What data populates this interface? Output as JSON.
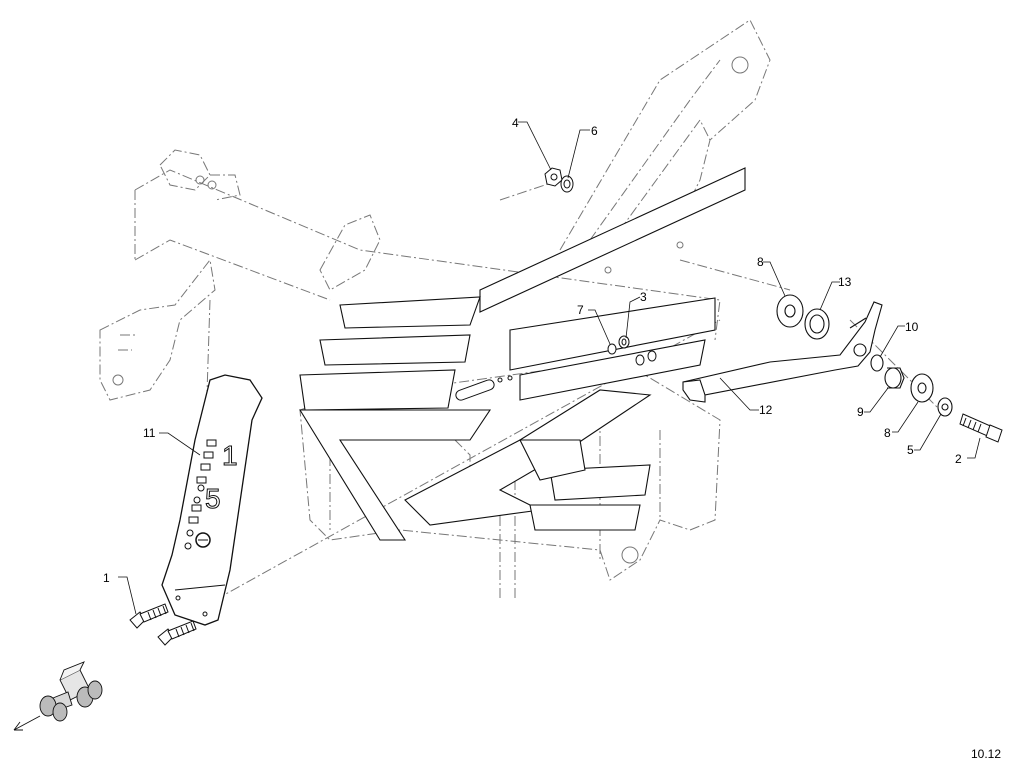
{
  "diagram": {
    "callouts": [
      {
        "id": "c1",
        "label": "1"
      },
      {
        "id": "c2",
        "label": "2"
      },
      {
        "id": "c3",
        "label": "3"
      },
      {
        "id": "c4",
        "label": "4"
      },
      {
        "id": "c5",
        "label": "5"
      },
      {
        "id": "c6",
        "label": "6"
      },
      {
        "id": "c7",
        "label": "7"
      },
      {
        "id": "c8a",
        "label": "8"
      },
      {
        "id": "c8b",
        "label": "8"
      },
      {
        "id": "c9",
        "label": "9"
      },
      {
        "id": "c10",
        "label": "10"
      },
      {
        "id": "c11",
        "label": "11"
      },
      {
        "id": "c12",
        "label": "12"
      },
      {
        "id": "c13",
        "label": "13"
      }
    ],
    "plate_markings": {
      "top_digit": "1",
      "bottom_digit": "5"
    },
    "page_ref": "10.12"
  }
}
